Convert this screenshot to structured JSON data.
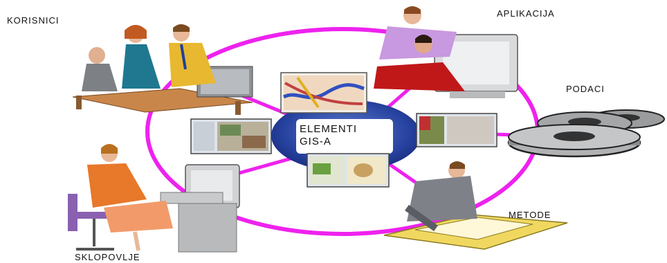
{
  "center": {
    "line1": "ELEMENTI",
    "line2": "GIS-A"
  },
  "labels": {
    "korisnici": "KORISNICI",
    "aplikacija": "APLIKACIJA",
    "podaci": "PODACI",
    "metode": "METODE",
    "sklopovlje": "SKLOPOVLJE"
  },
  "colors": {
    "ring": "#ee22ee",
    "hub": "#1f3f9a",
    "hub_face": "#ffffff"
  }
}
